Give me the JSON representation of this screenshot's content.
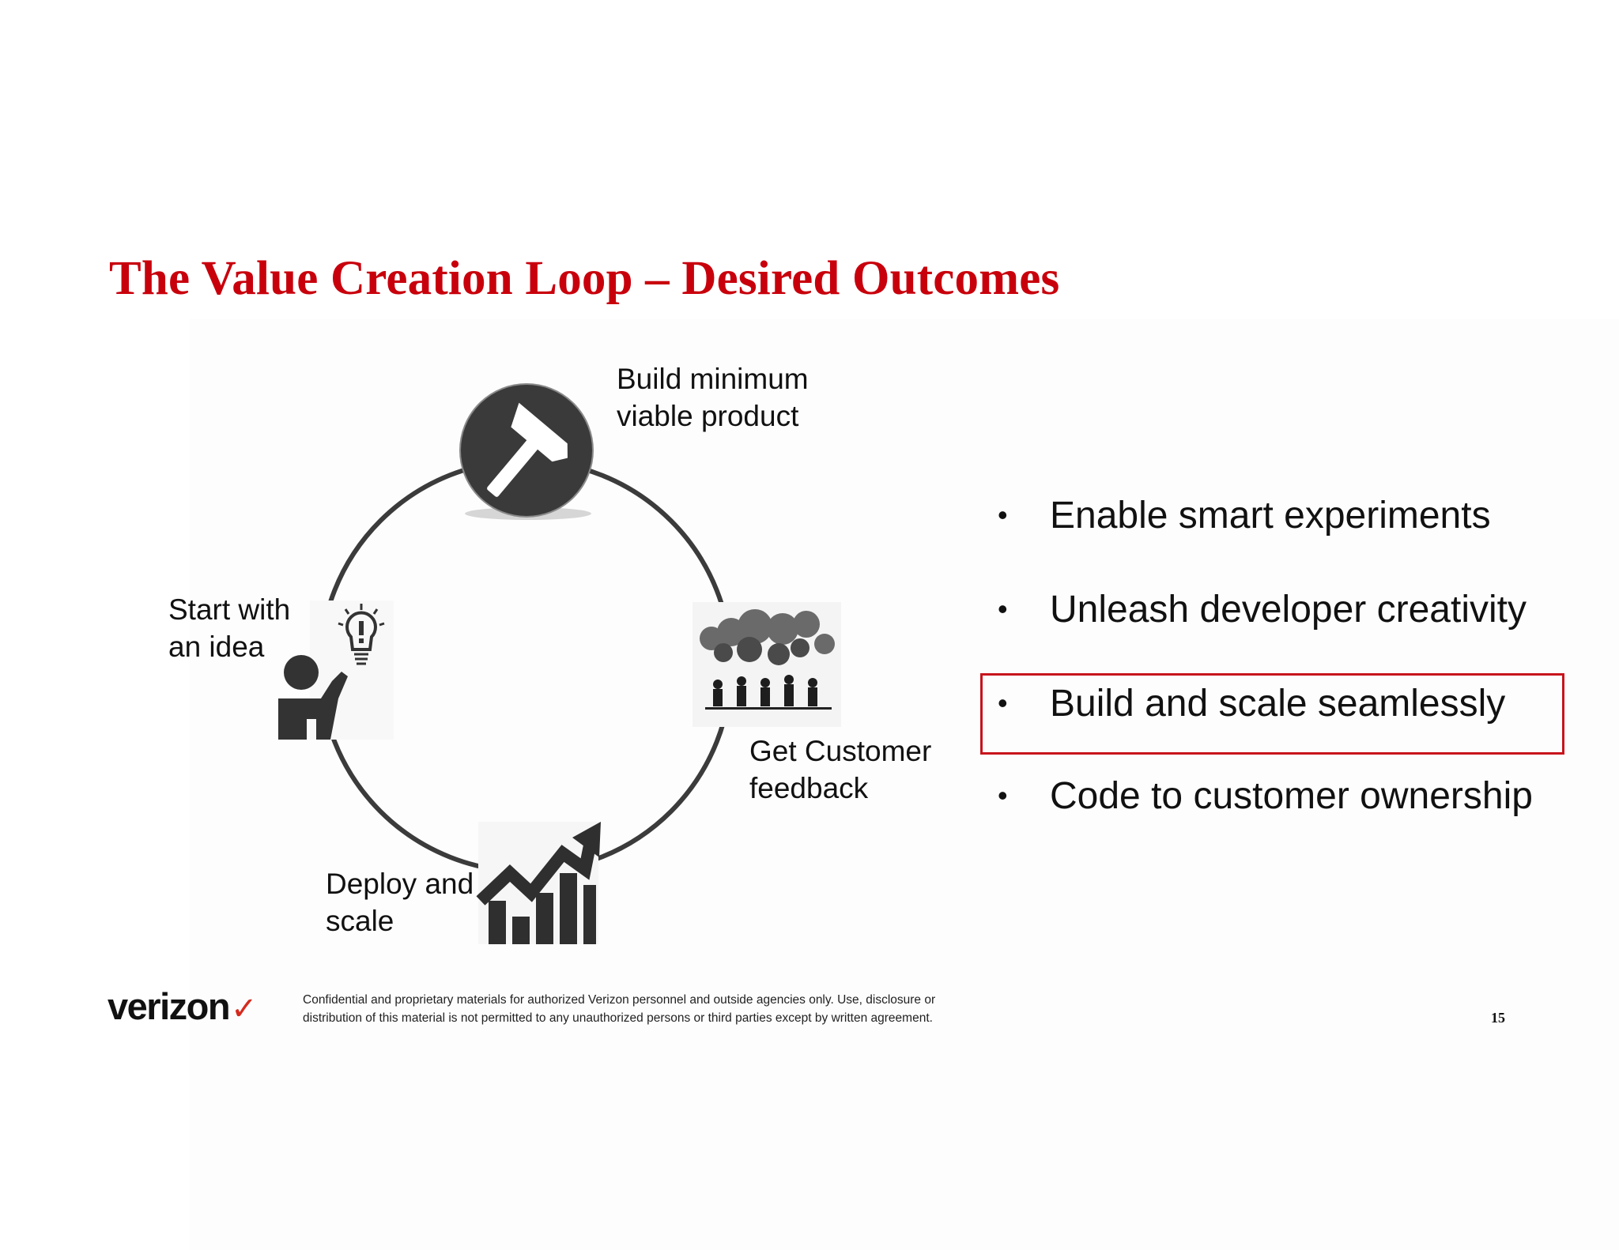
{
  "slide": {
    "title": "The Value Creation Loop – Desired Outcomes",
    "page_number": "15"
  },
  "loop": {
    "stages": [
      {
        "label": "Build minimum\nviable product",
        "icon": "hammer-icon"
      },
      {
        "label": "Get Customer\nfeedback",
        "icon": "speech-bubbles-meeting-icon"
      },
      {
        "label": "Deploy and\nscale",
        "icon": "rising-chart-icon"
      },
      {
        "label": "Start with\nan idea",
        "icon": "lightbulb-idea-icon"
      }
    ]
  },
  "outcomes": {
    "items": [
      {
        "text": "Enable smart experiments"
      },
      {
        "text": "Unleash developer creativity"
      },
      {
        "text": "Build and scale seamlessly",
        "highlighted": true
      },
      {
        "text": "Code to customer ownership"
      }
    ],
    "bullet_glyph": "•",
    "highlight_color": "#c8141d"
  },
  "footer": {
    "logo_text": "verizon",
    "logo_mark": "✓",
    "confidential": "Confidential and proprietary materials for authorized Verizon personnel and outside agencies only. Use, disclosure or distribution of this material is not permitted to any unauthorized persons or third parties except by written agreement."
  },
  "colors": {
    "title": "#c8000c",
    "brand_red": "#d52b1e",
    "icon_dark": "#333333"
  }
}
